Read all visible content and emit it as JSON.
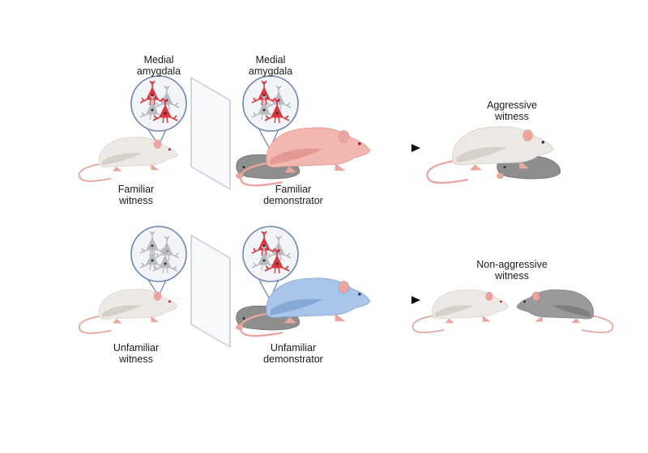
{
  "diagram": {
    "colors": {
      "circle_stroke": "#6f86b0",
      "circle_fill": "#f2f4f8",
      "neuron_active": "#d9363e",
      "neuron_inactive": "#b8bcc2",
      "arrow": "#111111",
      "glass_stroke": "#c8ccd2",
      "witness_body": "#ece8e4",
      "witness_shade": "#d6d0c8",
      "familiar_demonstrator_body": "#f3b7b1",
      "unfamiliar_demonstrator_body": "#a9c6ea",
      "intruder_body": "#8e8e8e",
      "ear_tail": "#e9a59e"
    },
    "rows": [
      {
        "id": "familiar",
        "left_region_label": [
          "Medial",
          "amygdala"
        ],
        "right_region_label": [
          "Medial",
          "amygdala"
        ],
        "witness_neurons": [
          "active",
          "inactive",
          "inactive",
          "active"
        ],
        "demonstrator_neurons": [
          "active",
          "inactive",
          "inactive",
          "active"
        ],
        "witness_label": [
          "Familiar",
          "witness"
        ],
        "demonstrator_label": [
          "Familiar",
          "demonstrator"
        ],
        "outcome_label": [
          "Aggressive",
          "witness"
        ],
        "demonstrator_color": "familiar"
      },
      {
        "id": "unfamiliar",
        "witness_neurons": [
          "inactive",
          "inactive",
          "inactive",
          "inactive"
        ],
        "demonstrator_neurons": [
          "active",
          "inactive",
          "inactive",
          "active"
        ],
        "witness_label": [
          "Unfamiliar",
          "witness"
        ],
        "demonstrator_label": [
          "Unfamiliar",
          "demonstrator"
        ],
        "outcome_label": [
          "Non-aggressive",
          "witness"
        ],
        "demonstrator_color": "unfamiliar"
      }
    ]
  }
}
